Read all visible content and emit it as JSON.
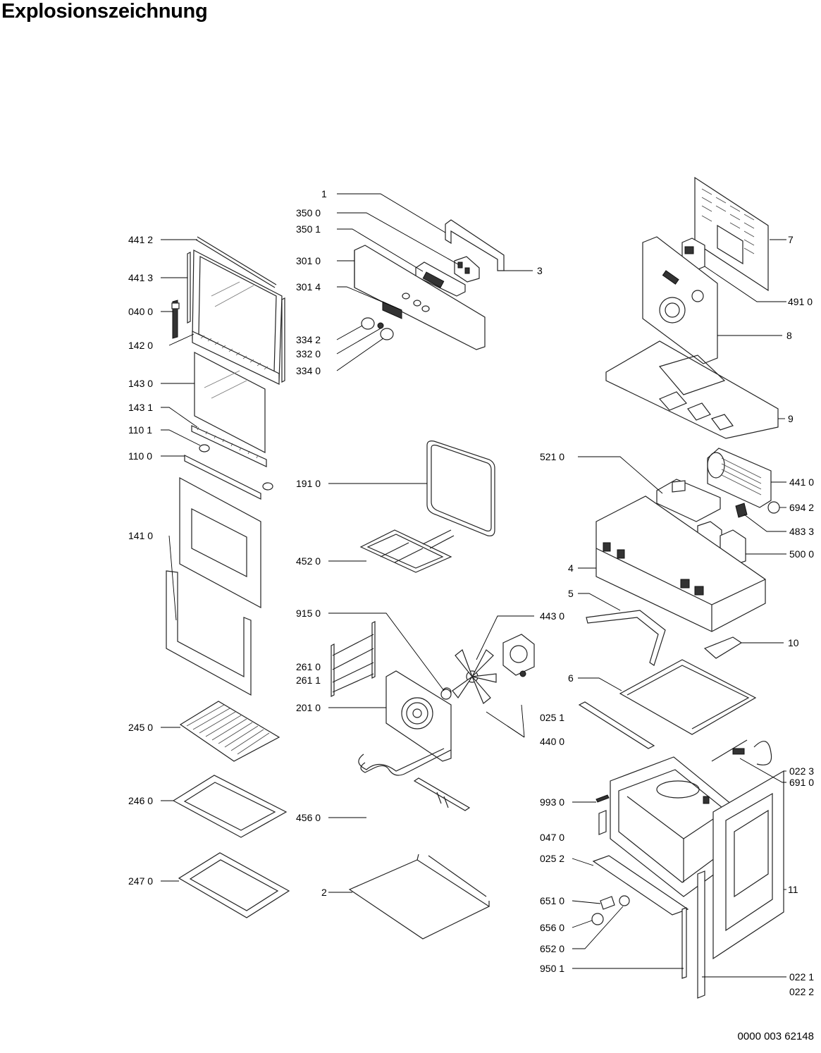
{
  "title": "Explosionszeichnung",
  "document_number": "0000 003 62148",
  "labels": [
    {
      "id": "l1",
      "text": "1"
    },
    {
      "id": "l3500",
      "text": "350 0"
    },
    {
      "id": "l3501",
      "text": "350 1"
    },
    {
      "id": "l3010",
      "text": "301 0"
    },
    {
      "id": "l3014",
      "text": "301 4"
    },
    {
      "id": "l3",
      "text": "3"
    },
    {
      "id": "l3342",
      "text": "334 2"
    },
    {
      "id": "l3320",
      "text": "332 0"
    },
    {
      "id": "l3340",
      "text": "334 0"
    },
    {
      "id": "l4412",
      "text": "441 2"
    },
    {
      "id": "l4413",
      "text": "441 3"
    },
    {
      "id": "l0400",
      "text": "040 0"
    },
    {
      "id": "l1420",
      "text": "142 0"
    },
    {
      "id": "l1430",
      "text": "143 0"
    },
    {
      "id": "l1431",
      "text": "143 1"
    },
    {
      "id": "l1101",
      "text": "110 1"
    },
    {
      "id": "l1100",
      "text": "110 0"
    },
    {
      "id": "l1410",
      "text": "141 0"
    },
    {
      "id": "l2450",
      "text": "245 0"
    },
    {
      "id": "l2460",
      "text": "246 0"
    },
    {
      "id": "l2470",
      "text": "247 0"
    },
    {
      "id": "l1910",
      "text": "191 0"
    },
    {
      "id": "l4520",
      "text": "452 0"
    },
    {
      "id": "l9150",
      "text": "915 0"
    },
    {
      "id": "l2610",
      "text": "261 0"
    },
    {
      "id": "l2611",
      "text": "261 1"
    },
    {
      "id": "l2010",
      "text": "201 0"
    },
    {
      "id": "l4560",
      "text": "456 0"
    },
    {
      "id": "l2",
      "text": "2"
    },
    {
      "id": "l4430",
      "text": "443 0"
    },
    {
      "id": "l0251",
      "text": "025 1"
    },
    {
      "id": "l4400",
      "text": "440 0"
    },
    {
      "id": "l7",
      "text": "7"
    },
    {
      "id": "l4910",
      "text": "491 0"
    },
    {
      "id": "l8",
      "text": "8"
    },
    {
      "id": "l9",
      "text": "9"
    },
    {
      "id": "l5210",
      "text": "521 0"
    },
    {
      "id": "l4410",
      "text": "441 0"
    },
    {
      "id": "l6942",
      "text": "694 2"
    },
    {
      "id": "l4833",
      "text": "483 3"
    },
    {
      "id": "l4",
      "text": "4"
    },
    {
      "id": "l5000",
      "text": "500 0"
    },
    {
      "id": "l5",
      "text": "5"
    },
    {
      "id": "l10",
      "text": "10"
    },
    {
      "id": "l6",
      "text": "6"
    },
    {
      "id": "l6910",
      "text": "691 0"
    },
    {
      "id": "l9930",
      "text": "993 0"
    },
    {
      "id": "l0223",
      "text": "022 3"
    },
    {
      "id": "l0470",
      "text": "047 0"
    },
    {
      "id": "l0252",
      "text": "025 2"
    },
    {
      "id": "l11",
      "text": "11"
    },
    {
      "id": "l6510",
      "text": "651 0"
    },
    {
      "id": "l6560",
      "text": "656 0"
    },
    {
      "id": "l6520",
      "text": "652 0"
    },
    {
      "id": "l9501",
      "text": "950 1"
    },
    {
      "id": "l0221",
      "text": "022 1"
    },
    {
      "id": "l0222",
      "text": "022 2"
    }
  ]
}
